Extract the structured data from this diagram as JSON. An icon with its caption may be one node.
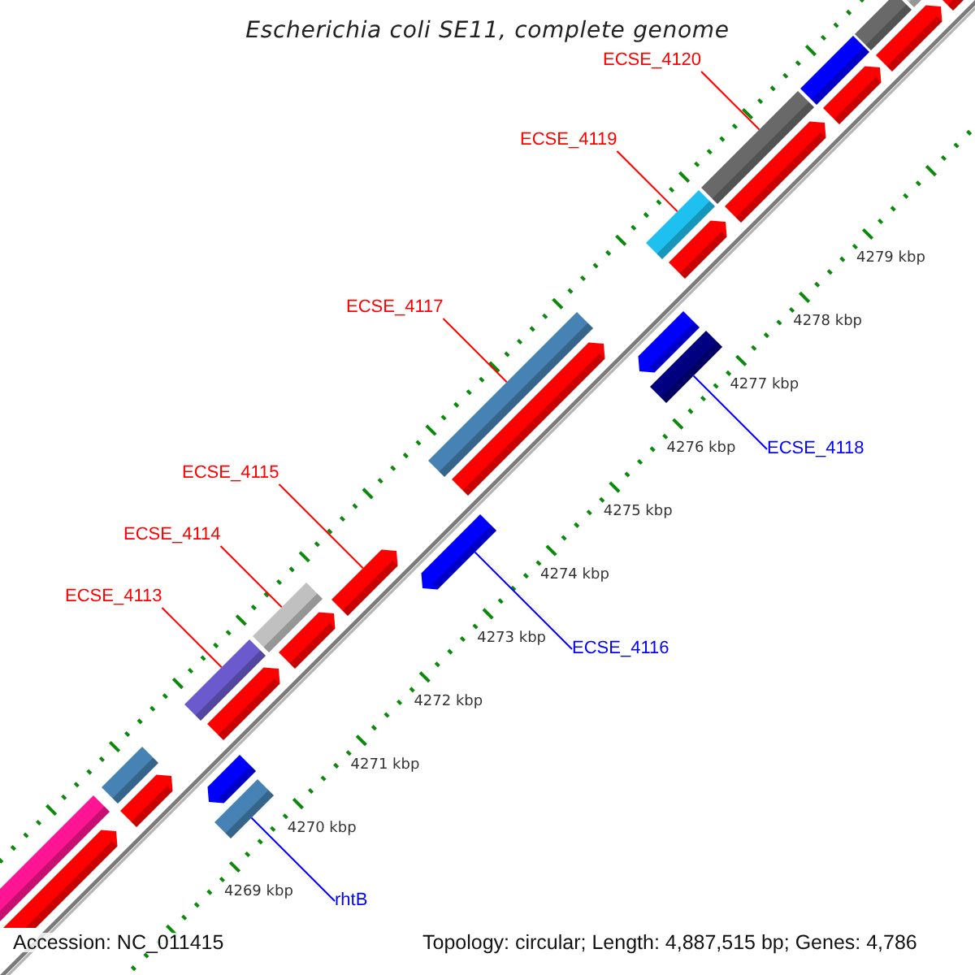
{
  "diagram": {
    "title": "Escherichia coli SE11, complete genome",
    "nodes": [
      {
        "text": [
          "ECSE_4120"
        ]
      },
      {
        "text": [],
        "shape": "bar"
      },
      {
        "text": [
          "ECSE_4119"
        ]
      },
      {
        "text": [],
        "shape": "bar"
      },
      {
        "text": [
          "ECSE_4117"
        ]
      },
      {
        "text": [],
        "shape": "bar"
      },
      {
        "text": [
          "ECSE_4118"
        ]
      },
      {
        "text": [],
        "shape": "bar"
      },
      {
        "text": [
          "ECSE_4115"
        ]
      },
      {
        "text": [],
        "shape": "bar"
      },
      {
        "text": [
          "ECSE_4114"
        ]
      },
      {
        "text": [],
        "shape": "bar"
      },
      {
        "text": [
          "ECSE_4113"
        ]
      },
      {
        "text": [],
        "shape": "bar"
      },
      {
        "text": [
          "ECSE_4116"
        ]
      },
      {
        "text": [],
        "shape": "bar"
      },
      {
        "text": [
          "rhtB"
        ]
      },
      {
        "text": [],
        "shape": "bar"
      },
      {
        "text": [],
        "shape": "bar"
      },
      {
        "text": [],
        "shape": "bar"
      },
      {
        "text": [],
        "shape": "bar"
      },
      {
        "text": [],
        "shape": "bar"
      },
      {
        "text": [],
        "shape": "bar"
      },
      {
        "text": [],
        "shape": "bar"
      },
      {
        "text": [],
        "shape": "bar"
      },
      {
        "text": [],
        "shape": "bar"
      },
      {
        "text": [],
        "shape": "bar"
      },
      {
        "text": [],
        "shape": "bar"
      },
      {
        "text": [],
        "shape": "bar"
      },
      {
        "text": [],
        "shape": "bar"
      },
      {
        "text": [],
        "shape": "bar"
      },
      {
        "text": [],
        "shape": "bar"
      },
      {
        "text": [],
        "shape": "bar"
      },
      {
        "text": [],
        "shape": "bar"
      },
      {
        "text": [],
        "shape": "bar"
      }
    ],
    "edges": [
      {
        "from": 0,
        "to": 1,
        "arrow": "none"
      },
      {
        "from": 2,
        "to": 3,
        "arrow": "none"
      },
      {
        "from": 4,
        "to": 5,
        "arrow": "none"
      },
      {
        "from": 6,
        "to": 7,
        "arrow": "none",
        "color": "#0000ff"
      },
      {
        "from": 8,
        "to": 9,
        "arrow": "none"
      },
      {
        "from": 10,
        "to": 11,
        "arrow": "none"
      },
      {
        "from": 12,
        "to": 13,
        "arrow": "none"
      },
      {
        "from": 14,
        "to": 15,
        "arrow": "none",
        "color": "#0000ff"
      },
      {
        "from": 16,
        "to": 17,
        "arrow": "none",
        "color": "#0000ff"
      }
    ],
    "labels": [
      "4279 kbp",
      "4278 kbp",
      "4277 kbp",
      "4276 kbp",
      "4275 kbp",
      "4274 kbp",
      "4273 kbp",
      "4272 kbp",
      "4271 kbp",
      "4270 kbp",
      "4269 kbp",
      "Accession: NC_011415",
      "Topology: circular; Length: 4,887,515 bp; Genes: 4,786"
    ]
  }
}
